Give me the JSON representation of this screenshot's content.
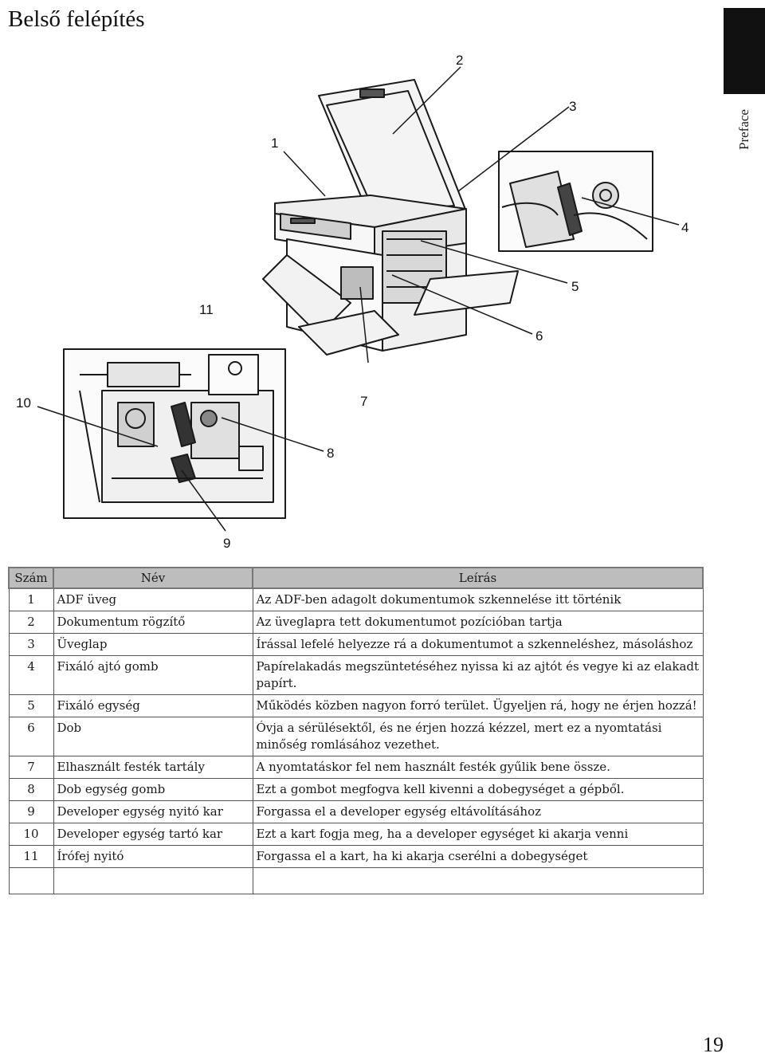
{
  "page": {
    "title": "Belső felépítés",
    "side_label": "Preface",
    "page_number": "19"
  },
  "callouts": [
    "1",
    "2",
    "3",
    "4",
    "5",
    "6",
    "7",
    "8",
    "9",
    "10",
    "11"
  ],
  "table": {
    "headers": [
      "Szám",
      "Név",
      "Leírás"
    ],
    "rows": [
      {
        "num": "1",
        "name": "ADF  üveg",
        "desc": "Az ADF-ben adagolt dokumentumok szkennelése itt történik"
      },
      {
        "num": "2",
        "name": "Dokumentum rögzítő",
        "desc": "Az üveglapra tett dokumentumot pozícióban tartja"
      },
      {
        "num": "3",
        "name": "Üveglap",
        "desc": "Írással lefelé helyezze rá a dokumentumot a szkenneléshez, másoláshoz"
      },
      {
        "num": "4",
        "name": "Fixáló ajtó gomb",
        "desc": "Papírelakadás megszüntetéséhez nyissa ki az ajtót  és vegye ki az elakadt papírt."
      },
      {
        "num": "5",
        "name": "Fixáló egység",
        "desc": "Működés közben nagyon forró terület. Ügyeljen rá, hogy ne érjen hozzá!"
      },
      {
        "num": "6",
        "name": "Dob",
        "desc": "Óvja a sérülésektől, és ne érjen hozzá kézzel, mert  ez a nyomtatási minőség romlásához vezethet."
      },
      {
        "num": "7",
        "name": "Elhasznált festék tartály",
        "desc": "A nyomtatáskor fel nem használt festék gyűlik bene össze."
      },
      {
        "num": "8",
        "name": "Dob egység gomb",
        "desc": "Ezt a gombot megfogva kell kivenni a dobegységet a gépből."
      },
      {
        "num": "9",
        "name": "Developer egység nyitó kar",
        "desc": "Forgassa el a developer egység eltávolításához"
      },
      {
        "num": "10",
        "name": "Developer egység tartó kar",
        "desc": "Ezt a kart fogja meg, ha a developer egységet ki akarja venni"
      },
      {
        "num": "11",
        "name": "Írófej nyitó",
        "desc": "Forgassa el a kart, ha ki akarja cserélni a dobegységet"
      }
    ]
  }
}
